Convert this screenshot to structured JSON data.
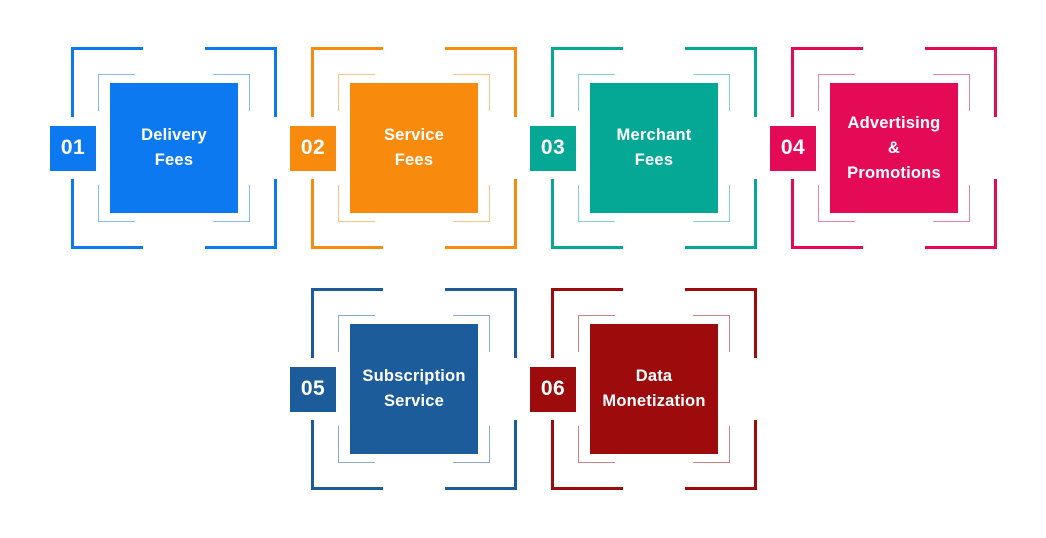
{
  "page": {
    "background": "#ffffff"
  },
  "items": [
    {
      "number": "01",
      "label": "Delivery\nFees",
      "color": "#0d79f1"
    },
    {
      "number": "02",
      "label": "Service\nFees",
      "color": "#f88a0d"
    },
    {
      "number": "03",
      "label": "Merchant\nFees",
      "color": "#04a895"
    },
    {
      "number": "04",
      "label": "Advertising\n&\nPromotions",
      "color": "#e40a55"
    },
    {
      "number": "05",
      "label": "Subscription\nService",
      "color": "#1d5c9b"
    },
    {
      "number": "06",
      "label": "Data\nMonetization",
      "color": "#9d0b0c"
    }
  ]
}
